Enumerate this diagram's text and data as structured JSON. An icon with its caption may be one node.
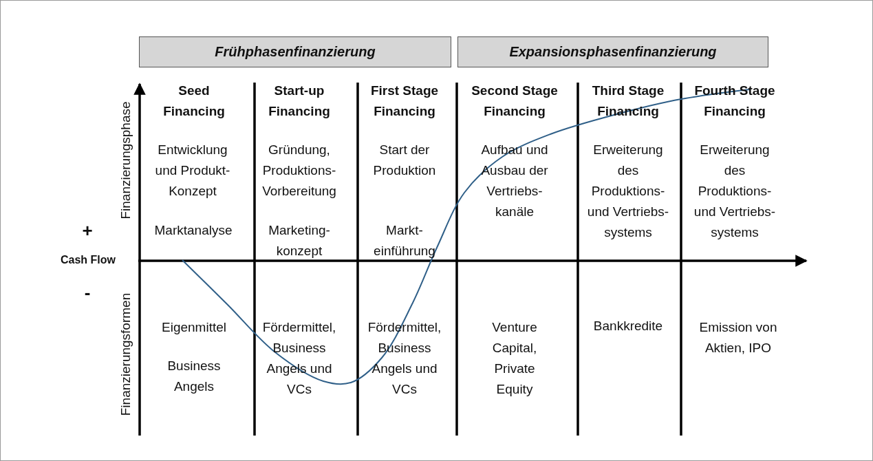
{
  "diagram": {
    "nodes": [
      {
        "text": [
          "Frühphasenfinanzierung"
        ]
      },
      {
        "text": [
          "Expansionsphasenfinanzierung"
        ]
      }
    ],
    "labels": [
      "Seed Financing",
      "Start-up Financing",
      "First Stage Financing",
      "Second Stage Financing",
      "Third Stage Financing",
      "Fourth Stage Financing",
      "Finanzierungsphase",
      "Entwicklung und Produkt-Konzept",
      "Gründung, Produktions-Vorbereitung",
      "Start der Produktion",
      "Aufbau und Ausbau der Vertriebs-kanäle",
      "Erweiterung des Produktions- und Vertriebs-systems",
      "Erweiterung des Produktions- und Vertriebs-systems",
      "+",
      "Marktanalyse",
      "Marketing-konzept",
      "Markt-einführung",
      "Cash Flow",
      "-",
      "Finanzierungsformen",
      "Eigenmittel",
      "Fördermittel, Business Angels und VCs",
      "Fördermittel, Business Angels und VCs",
      "Venture Capital, Private Equity",
      "Bankkredite",
      "Emission von Aktien, IPO",
      "Business Angels"
    ]
  }
}
